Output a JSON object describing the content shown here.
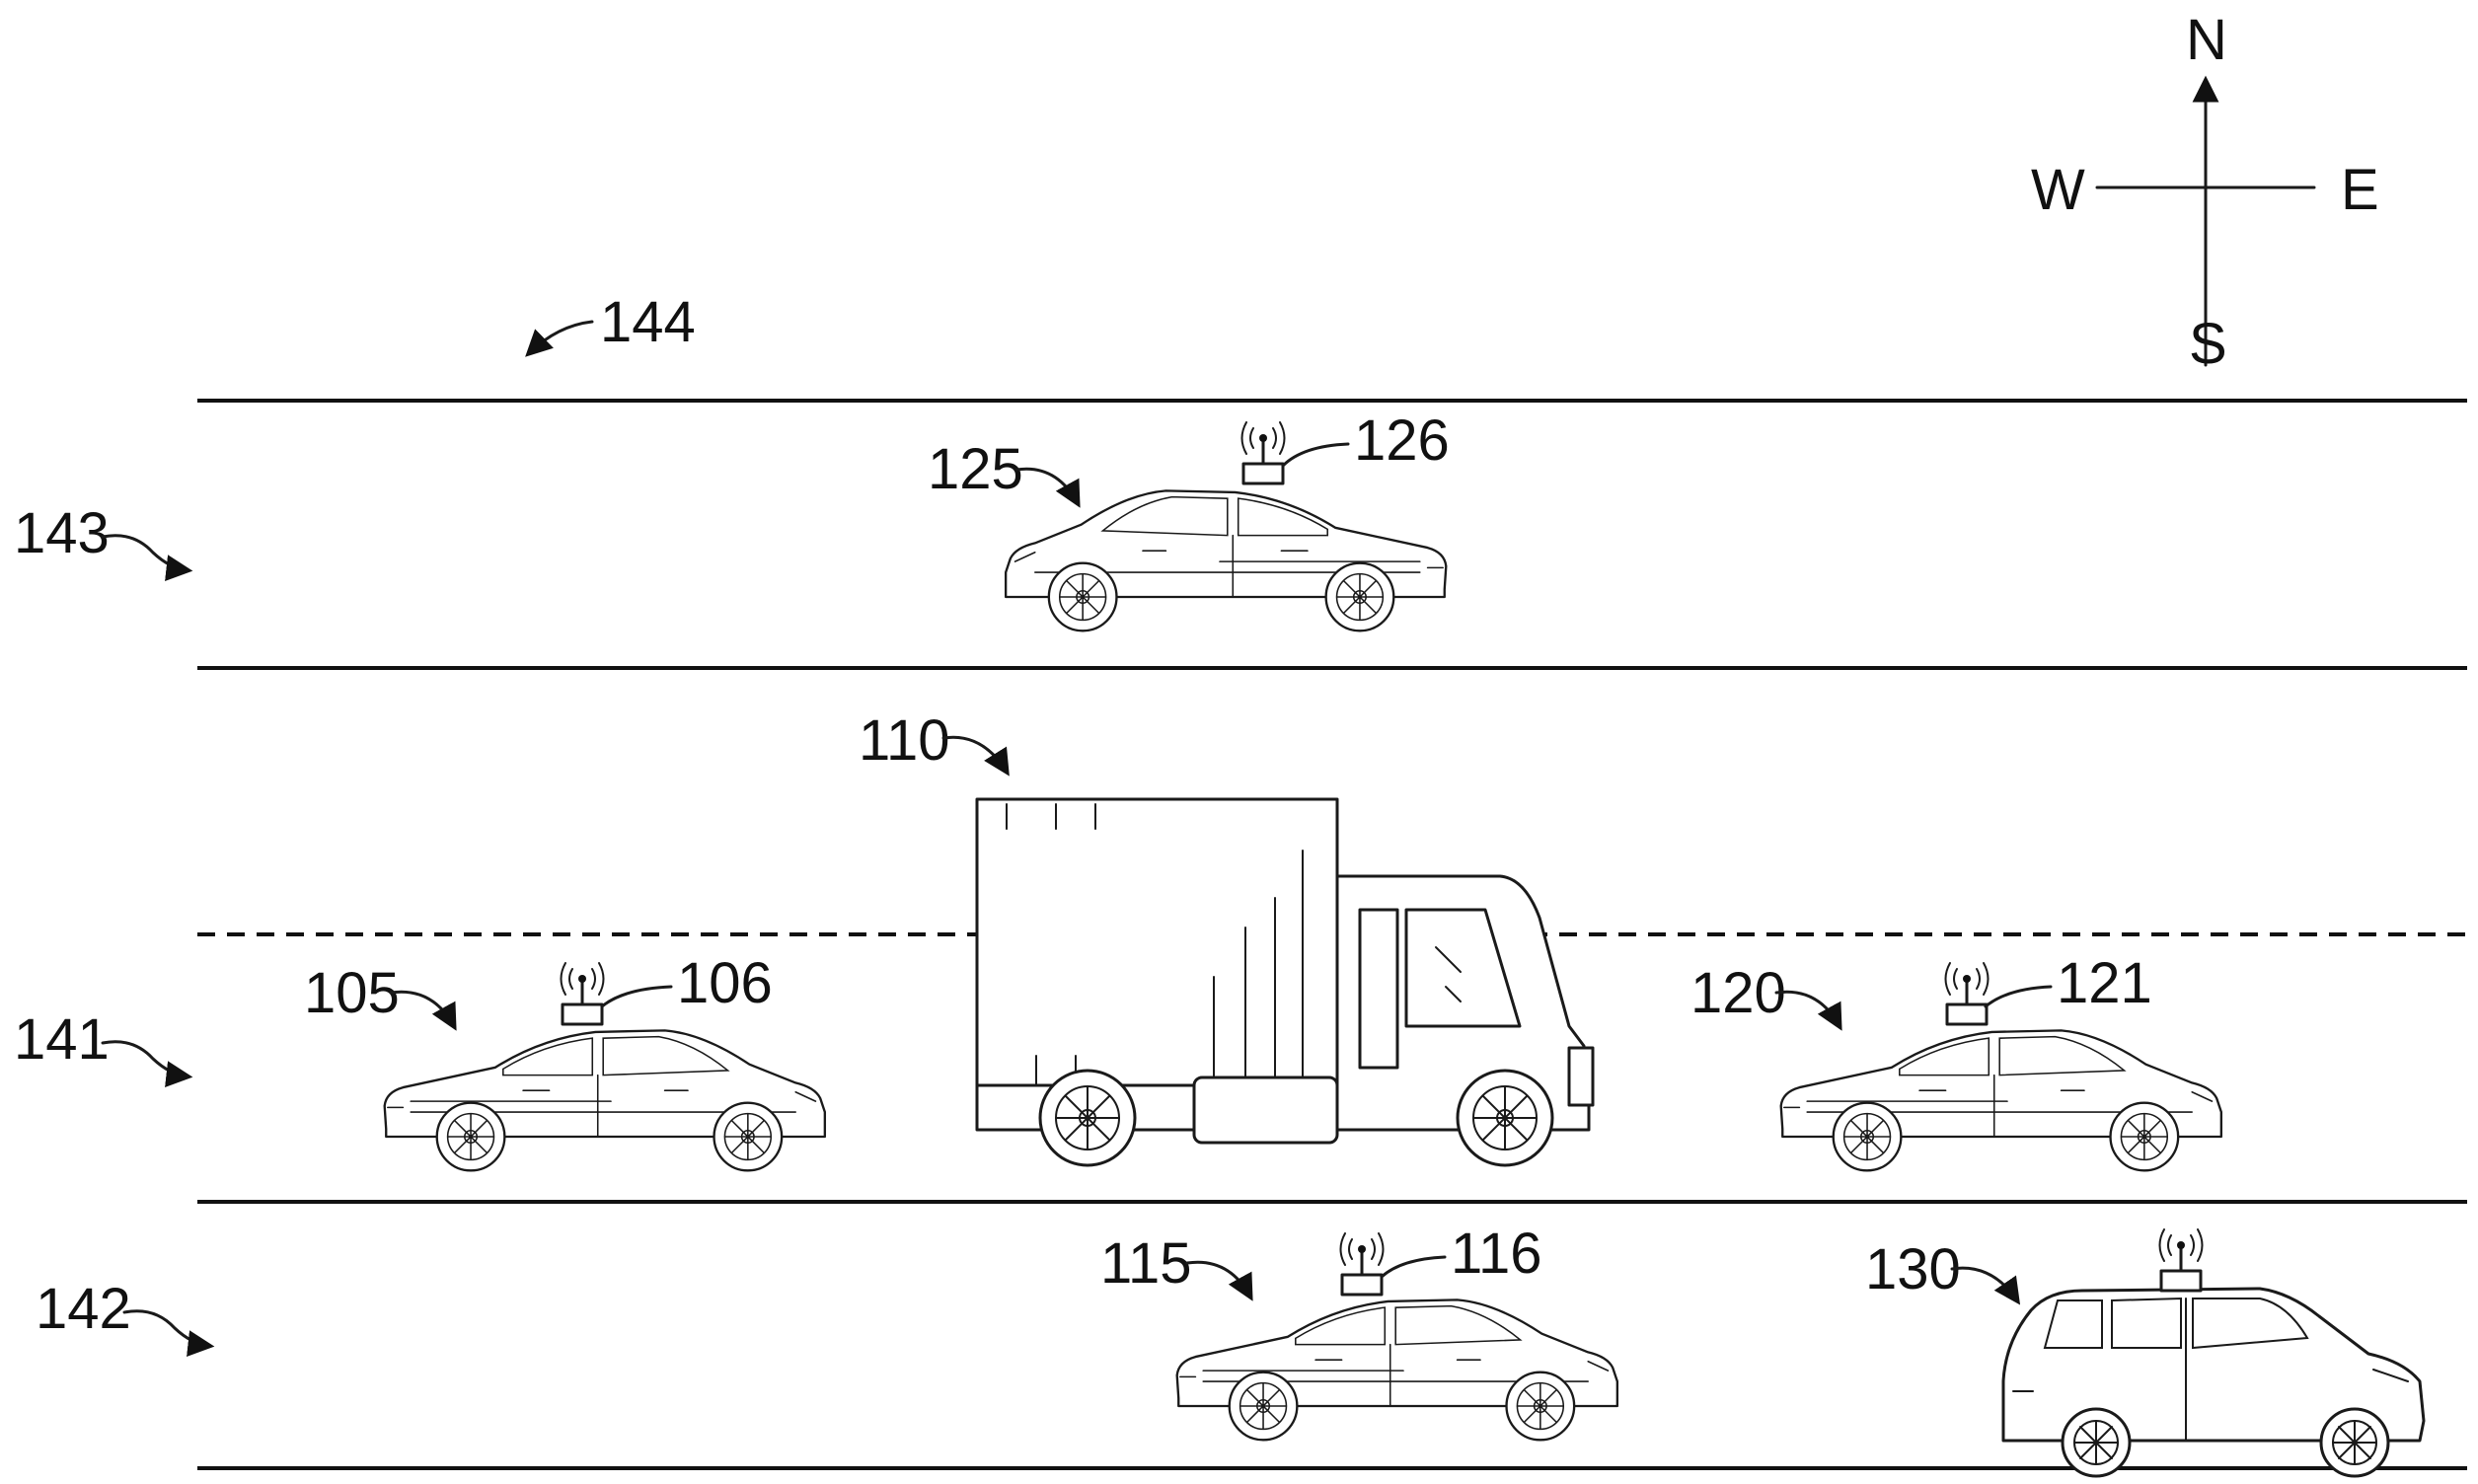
{
  "compass": {
    "north": "N",
    "south": "S",
    "east": "E",
    "west": "W"
  },
  "road": {
    "label": "144"
  },
  "lanes": [
    {
      "label": "143"
    },
    {
      "label": "141"
    },
    {
      "label": "142"
    }
  ],
  "vehicles": {
    "v125": {
      "label": "125",
      "device_label": "126"
    },
    "v110": {
      "label": "110"
    },
    "v105": {
      "label": "105",
      "device_label": "106"
    },
    "v120": {
      "label": "120",
      "device_label": "121"
    },
    "v115": {
      "label": "115",
      "device_label": "116"
    },
    "v130": {
      "label": "130"
    }
  }
}
